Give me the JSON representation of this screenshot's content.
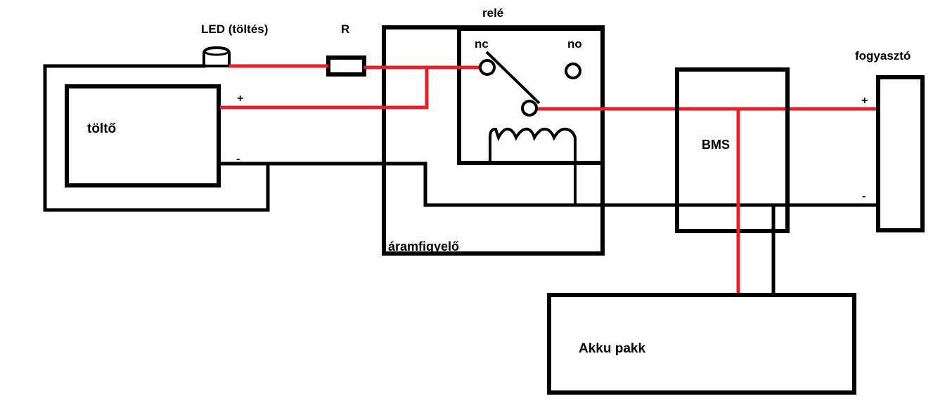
{
  "diagram": {
    "type": "wiring-schematic",
    "colors": {
      "positive_wire": "#e1222a",
      "negative_wire": "#000000",
      "background": "#ffffff"
    },
    "labels": {
      "led": "LED (töltés)",
      "resistor": "R",
      "relay": "relé",
      "relay_nc": "nc",
      "relay_no": "no",
      "charger": "töltő",
      "charger_plus": "+",
      "charger_minus": "-",
      "current_monitor": "áramfigyelő",
      "bms": "BMS",
      "load": "fogyasztó",
      "load_plus": "+",
      "load_minus": "-",
      "battery": "Akku pakk"
    },
    "components": [
      {
        "id": "charger",
        "label": "töltő"
      },
      {
        "id": "led",
        "label": "LED (töltés)"
      },
      {
        "id": "resistor",
        "label": "R"
      },
      {
        "id": "current_monitor",
        "label": "áramfigyelő"
      },
      {
        "id": "relay",
        "label": "relé",
        "contacts": [
          "nc",
          "no"
        ]
      },
      {
        "id": "bms",
        "label": "BMS"
      },
      {
        "id": "load",
        "label": "fogyasztó"
      },
      {
        "id": "battery",
        "label": "Akku pakk"
      }
    ],
    "connections": [
      {
        "from": "charger +",
        "to": "relay nc",
        "polarity": "positive"
      },
      {
        "from": "LED",
        "to": "R",
        "polarity": "positive"
      },
      {
        "from": "R",
        "to": "relay nc",
        "polarity": "positive"
      },
      {
        "from": "relay common",
        "to": "load +",
        "polarity": "positive"
      },
      {
        "from": "load + line",
        "to": "battery",
        "polarity": "positive"
      },
      {
        "from": "charger -",
        "to": "current monitor",
        "polarity": "negative"
      },
      {
        "from": "current monitor",
        "to": "load -",
        "polarity": "negative"
      },
      {
        "from": "relay coil",
        "to": "negative line",
        "polarity": "negative"
      },
      {
        "from": "BMS",
        "to": "battery",
        "polarity": "negative"
      }
    ]
  }
}
